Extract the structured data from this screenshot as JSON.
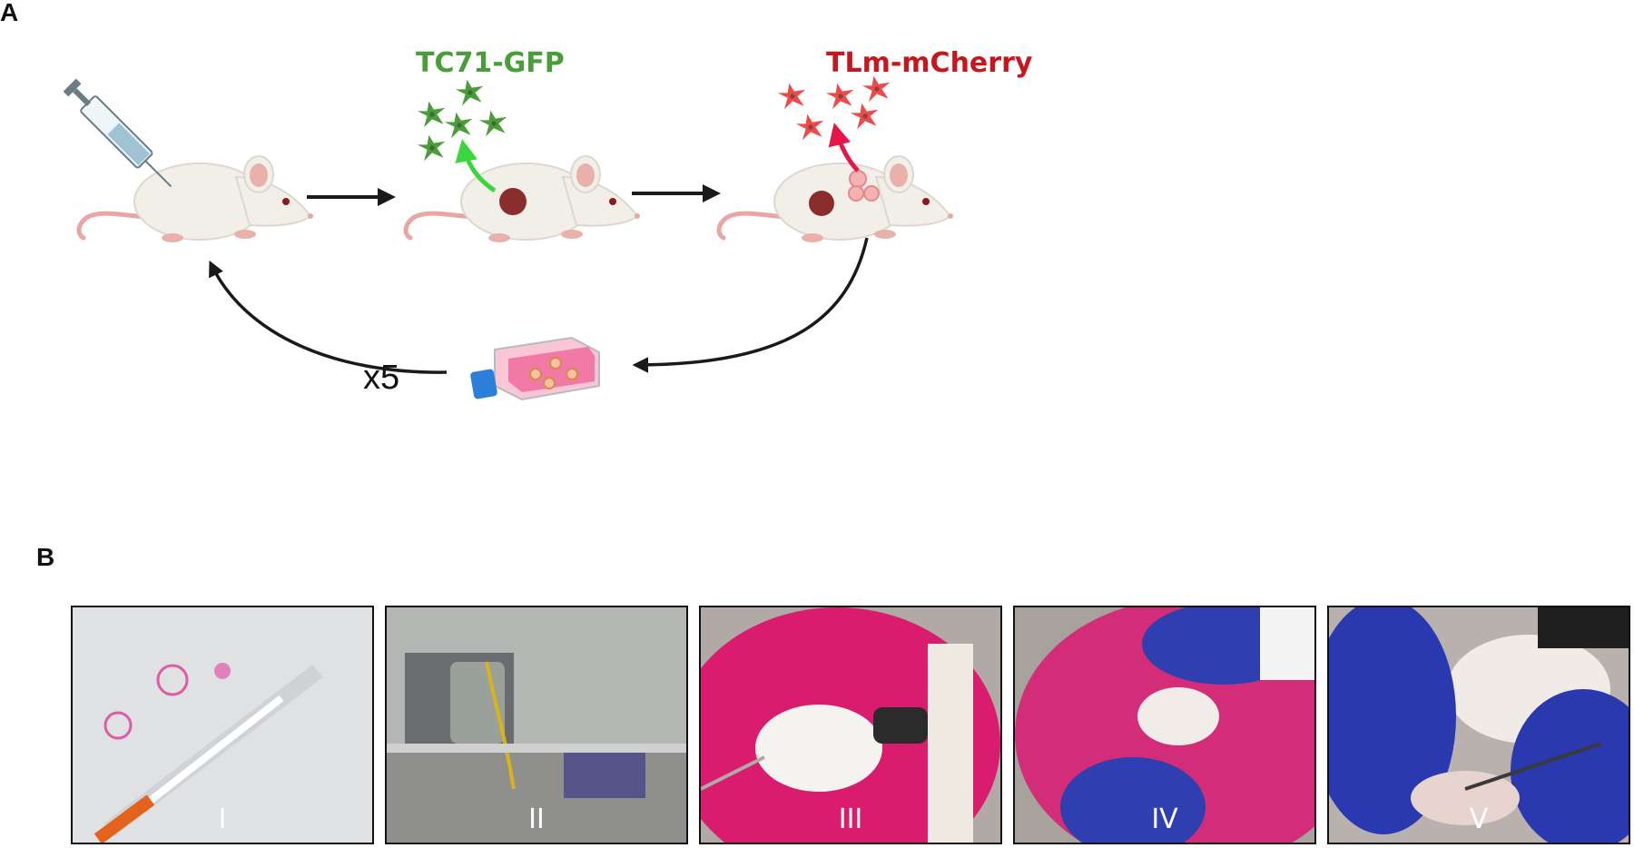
{
  "panel_a": {
    "letter": "A",
    "cell_lines": [
      {
        "label": "TC71-GFP",
        "color": "#4a9e3a"
      },
      {
        "label": "TLm-mCherry",
        "color": "#c8161d"
      }
    ],
    "cycle_label": "x5"
  },
  "panel_b": {
    "letter": "B",
    "photos": [
      {
        "label": "I"
      },
      {
        "label": "II"
      },
      {
        "label": "III"
      },
      {
        "label": "IV"
      },
      {
        "label": "V"
      }
    ]
  },
  "colors": {
    "green": "#4a9e3a",
    "red": "#c8161d",
    "arrow": "#1a1a1a"
  }
}
